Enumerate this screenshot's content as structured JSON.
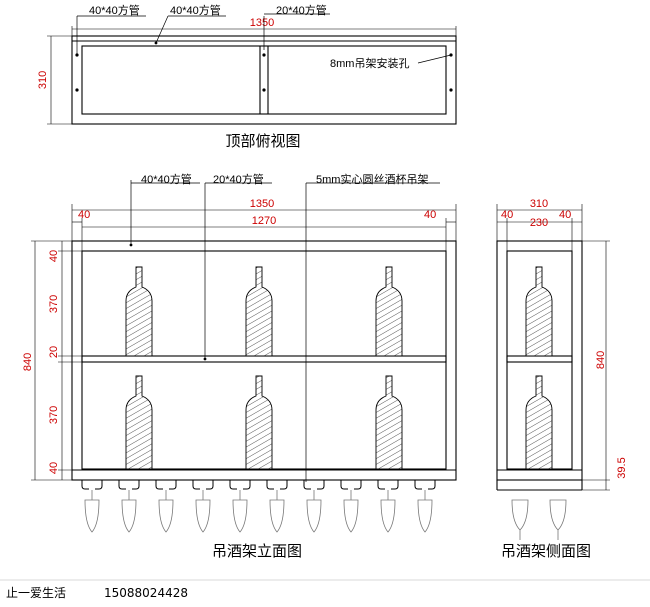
{
  "top_view": {
    "caption": "顶部俯视图",
    "notes": {
      "tube_40_a": "40*40方管",
      "tube_40_b": "40*40方管",
      "tube_20": "20*40方管",
      "hole": "8mm吊架安装孔"
    },
    "dims": {
      "width": "1350",
      "depth": "310"
    }
  },
  "front_view": {
    "caption": "吊酒架立面图",
    "notes": {
      "tube_40": "40*40方管",
      "tube_20": "20*40方管",
      "rod": "5mm实心圆丝酒杯吊架"
    },
    "dims": {
      "overall_width": "1350",
      "inner_width": "1270",
      "left_edge": "40",
      "right_edge": "40",
      "height": "840",
      "top": "40",
      "upper_bay": "370",
      "middle": "20",
      "lower_bay": "370",
      "bottom": "40"
    }
  },
  "side_view": {
    "caption": "吊酒架侧面图",
    "dims": {
      "depth": "310",
      "inner": "230",
      "left_edge": "40",
      "right_edge": "40",
      "height": "840",
      "hanger_height": "39.5"
    }
  },
  "footer": {
    "brand": "止一爱生活",
    "phone": "15088024428"
  }
}
